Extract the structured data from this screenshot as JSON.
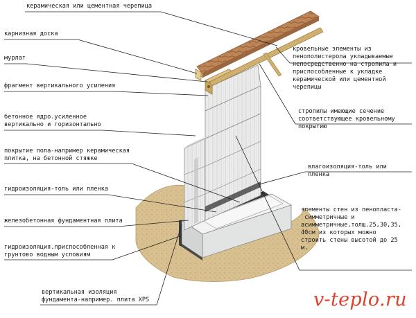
{
  "labels": {
    "tile": "керамическая или цементная черепица",
    "fascia": "карнизная доска",
    "mauerlat": "мурлат",
    "vertical_fragment": "фрагмент вертикального усиления",
    "concrete_core": "бетонное ядро.усиленное\nвертикально и горизонтально",
    "floor_covering": "покрытие пола-например керамическая\nплитка, на бетонной стяжке",
    "waterproof_left": "гидроизоляция-толь или пленка",
    "foundation_slab": "железобетонная фундаментная плита",
    "ground_waterproof": "гидроизоляция.приспособленная к\nгрунтово водным условиям",
    "vertical_insulation": "вертикальная изоляция\nфундамента-например. плита XPS",
    "roof_elements": "кровельные элементы из\nпенополистерола укладываемые\nнепосредственно на стропила и\nприспособленные к укладке\nкерамической или цементной\nчерепицы",
    "rafters": "стропилы имеющие сечение\nсоответствующее кровельному\nпокрытию",
    "moisture_insulation": "влагоизоляция-толь или\nпленка",
    "wall_elements": "элементы стен из пенопласта-\n симметричные и\nасимметричные,толщ.25,30,35,\n40см из которых можно\nстроить стены высотой до 25\nм."
  },
  "watermark": "v-teplo.ru",
  "colors": {
    "watermark": "#e0412c",
    "tile": "#b98052",
    "timber": "#d4b878",
    "ground": "#d6bd8e",
    "concrete": "#e9eaea",
    "waterproof": "#3a3a3a"
  }
}
